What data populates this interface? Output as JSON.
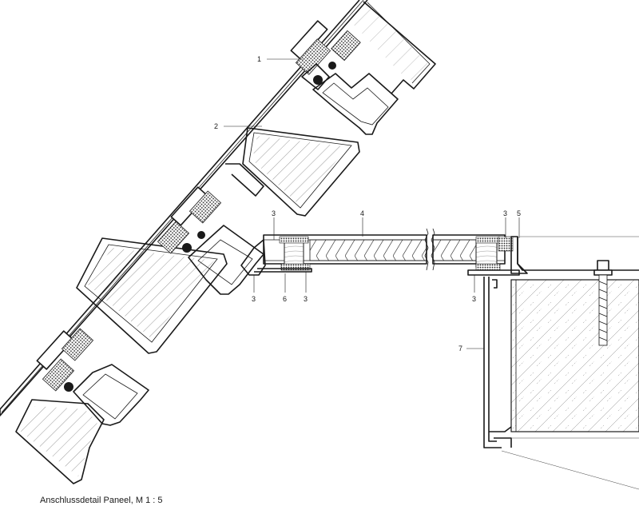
{
  "caption": "Anschlussdetail Paneel, M 1 : 5",
  "callouts": {
    "c1": "1",
    "c2": "2",
    "c3a": "3",
    "c3b": "3",
    "c3c": "3",
    "c3d": "3",
    "c3e": "3",
    "c4": "4",
    "c5": "5",
    "c6": "6",
    "c7": "7"
  }
}
